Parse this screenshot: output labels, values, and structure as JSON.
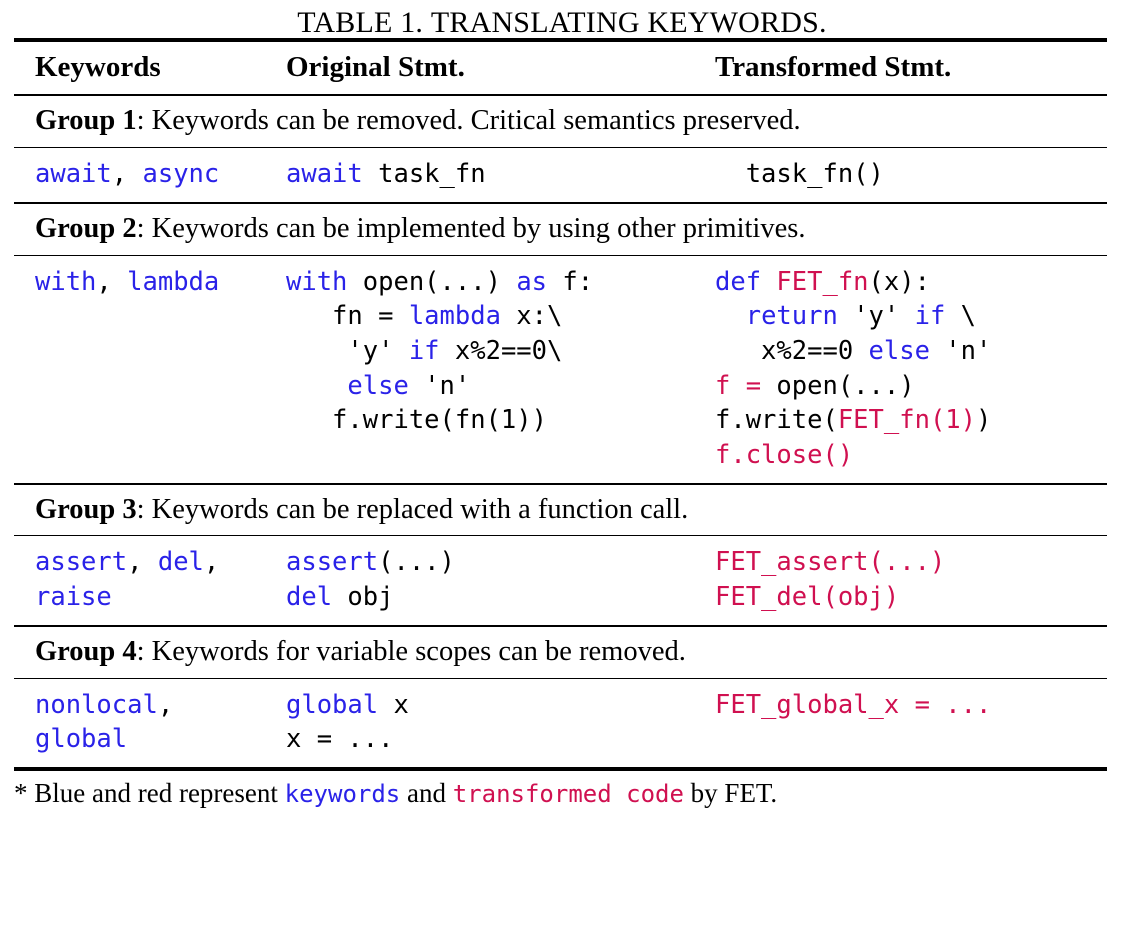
{
  "caption": {
    "prefix": "TABLE 1.",
    "title": "TRANSLATING KEYWORDS."
  },
  "colors": {
    "keyword_blue": "#2A22E8",
    "transformed_red": "#D01050",
    "text_black": "#000000",
    "rule_black": "#000000",
    "background": "#FFFFFF"
  },
  "header": {
    "col1": "Keywords",
    "col2": "Original Stmt.",
    "col3": "Transformed Stmt."
  },
  "groups": [
    {
      "label": "Group 1",
      "description": ": Keywords can be removed. Critical semantics preserved.",
      "keywords_line1": "await, async",
      "keywords_line2": "",
      "original_line1": "await task_fn",
      "transformed_line1": "task_fn()"
    },
    {
      "label": "Group 2",
      "description": ": Keywords can be implemented by using other primitives.",
      "keywords_line1": "with, lambda",
      "original": [
        "with open(...) as f:",
        "  fn = lambda x:\\",
        "   'y' if x%2==0\\",
        "   else 'n'",
        "  f.write(fn(1))"
      ],
      "transformed": [
        "def FET_fn(x):",
        "  return 'y' if \\",
        "   x%2==0 else 'n'",
        "f = open(...)",
        "f.write(FET_fn(1))",
        "f.close()"
      ]
    },
    {
      "label": "Group 3",
      "description": ": Keywords can be replaced with a function call.",
      "keywords_line1": "assert, del,",
      "keywords_line2": "raise",
      "original_line1": "assert(...)",
      "original_line2": "del obj",
      "transformed_line1": "FET_assert(...)",
      "transformed_line2": "FET_del(obj)"
    },
    {
      "label": "Group 4",
      "description": ": Keywords for variable scopes can be removed.",
      "keywords_line1": "nonlocal,",
      "keywords_line2": "global",
      "original_line1": "global x",
      "original_line2": "x = ...",
      "transformed_line1": "FET_global_x = ...",
      "transformed_line2": ""
    }
  ],
  "footnote": {
    "marker": "*",
    "part1": "Blue and red represent",
    "kw_word": "keywords",
    "part2": "and",
    "fet_word": "transformed code",
    "part3": "by FET."
  }
}
